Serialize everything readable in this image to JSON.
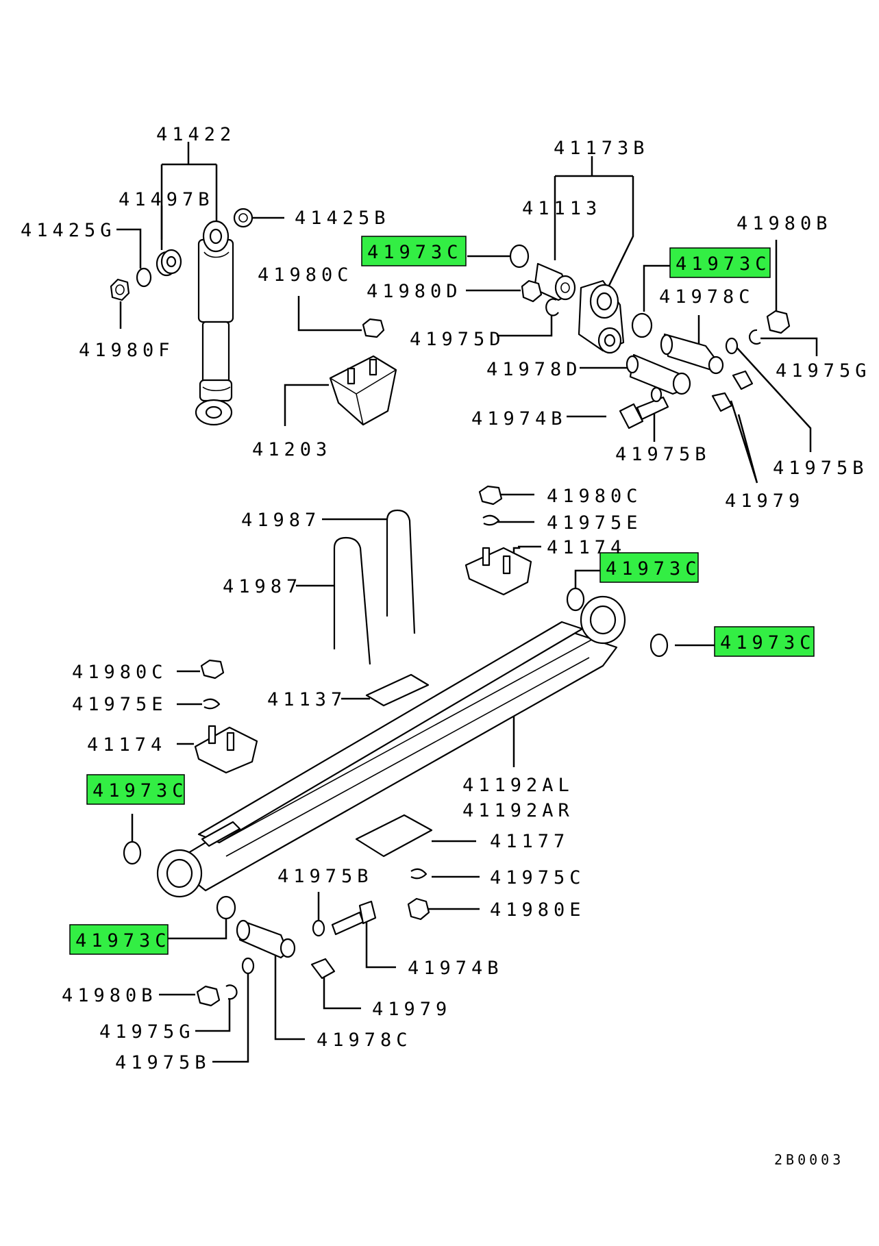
{
  "diagram_code": "2B0003",
  "highlight_color": "#33ee44",
  "labels": {
    "l41422": "41422",
    "l41497B": "41497B",
    "l41425G": "41425G",
    "l41425B": "41425B",
    "l41980F": "41980F",
    "l41980C_a": "41980C",
    "l41203": "41203",
    "l41173B": "41173B",
    "l41113": "41113",
    "l41980D": "41980D",
    "l41975D": "41975D",
    "l41978D": "41978D",
    "l41978C_a": "41978C",
    "l41980B_a": "41980B",
    "l41975G_a": "41975G",
    "l41975B_a": "41975B",
    "l41975B_b": "41975B",
    "l41974B_a": "41974B",
    "l41979_a": "41979",
    "l41980C_b": "41980C",
    "l41975E_a": "41975E",
    "l41174_a": "41174",
    "l41987_a": "41987",
    "l41987_b": "41987",
    "l41980C_c": "41980C",
    "l41975E_b": "41975E",
    "l41174_b": "41174",
    "l41137": "41137",
    "l41192AL": "41192AL",
    "l41192AR": "41192AR",
    "l41177": "41177",
    "l41975B_c": "41975B",
    "l41975C": "41975C",
    "l41980E": "41980E",
    "l41974B_b": "41974B",
    "l41979_b": "41979",
    "l41980B_b": "41980B",
    "l41975G_b": "41975G",
    "l41975B_d": "41975B",
    "l41978C_b": "41978C"
  },
  "highlighted": {
    "h1": "41973C",
    "h2": "41973C",
    "h3": "41973C",
    "h4": "41973C",
    "h5": "41973C",
    "h6": "41973C"
  }
}
